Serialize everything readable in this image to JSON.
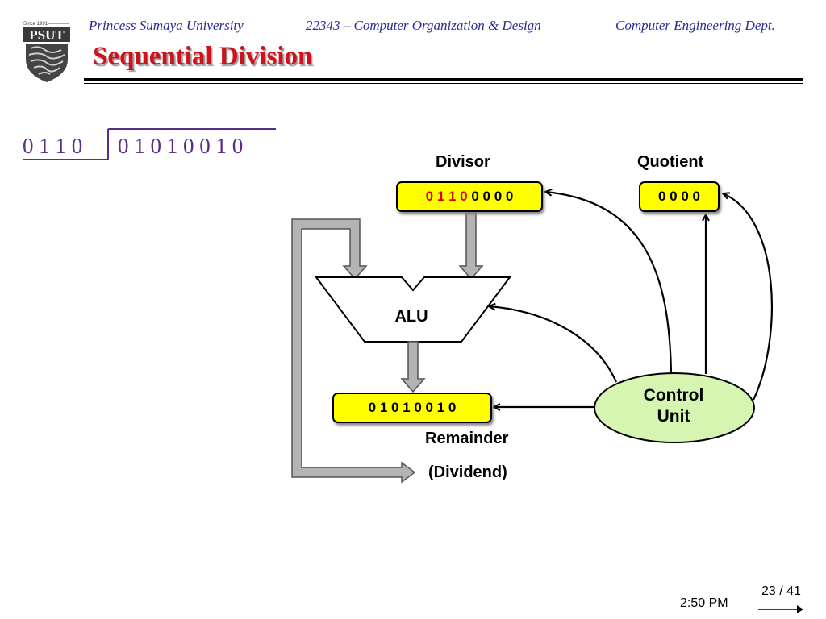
{
  "header": {
    "university": "Princess Sumaya University",
    "course": "22343 – Computer Organization & Design",
    "department": "Computer Engineering Dept.",
    "logo_text": "PSUT",
    "logo_small_text": "Since 1991"
  },
  "title": "Sequential Division",
  "division": {
    "divisor": "0 1 1 0",
    "dividend": "0 1 0 1 0 0 1 0"
  },
  "diagram": {
    "divisor_label": "Divisor",
    "divisor_register_highlight": "0 1 1 0",
    "divisor_register_rest": " 0 0 0 0",
    "quotient_label": "Quotient",
    "quotient_register": "0 0 0 0",
    "alu_label": "ALU",
    "remainder_register": "0 1 0 1 0 0 1 0",
    "remainder_label": "Remainder",
    "dividend_label": "(Dividend)",
    "control_unit_line1": "Control",
    "control_unit_line2": "Unit"
  },
  "footer": {
    "page": "23 / 41",
    "time": "2:50 PM"
  },
  "colors": {
    "title": "#d0101a",
    "header_text": "#2a2a9a",
    "division_text": "#5a2d8c",
    "register_fill": "#ffff00",
    "control_unit_fill": "#d6f5b0",
    "highlight_bits": "#e00000",
    "bus_fill": "#b4b4b4"
  },
  "icons": {
    "logo": "psut-shield-logo"
  }
}
